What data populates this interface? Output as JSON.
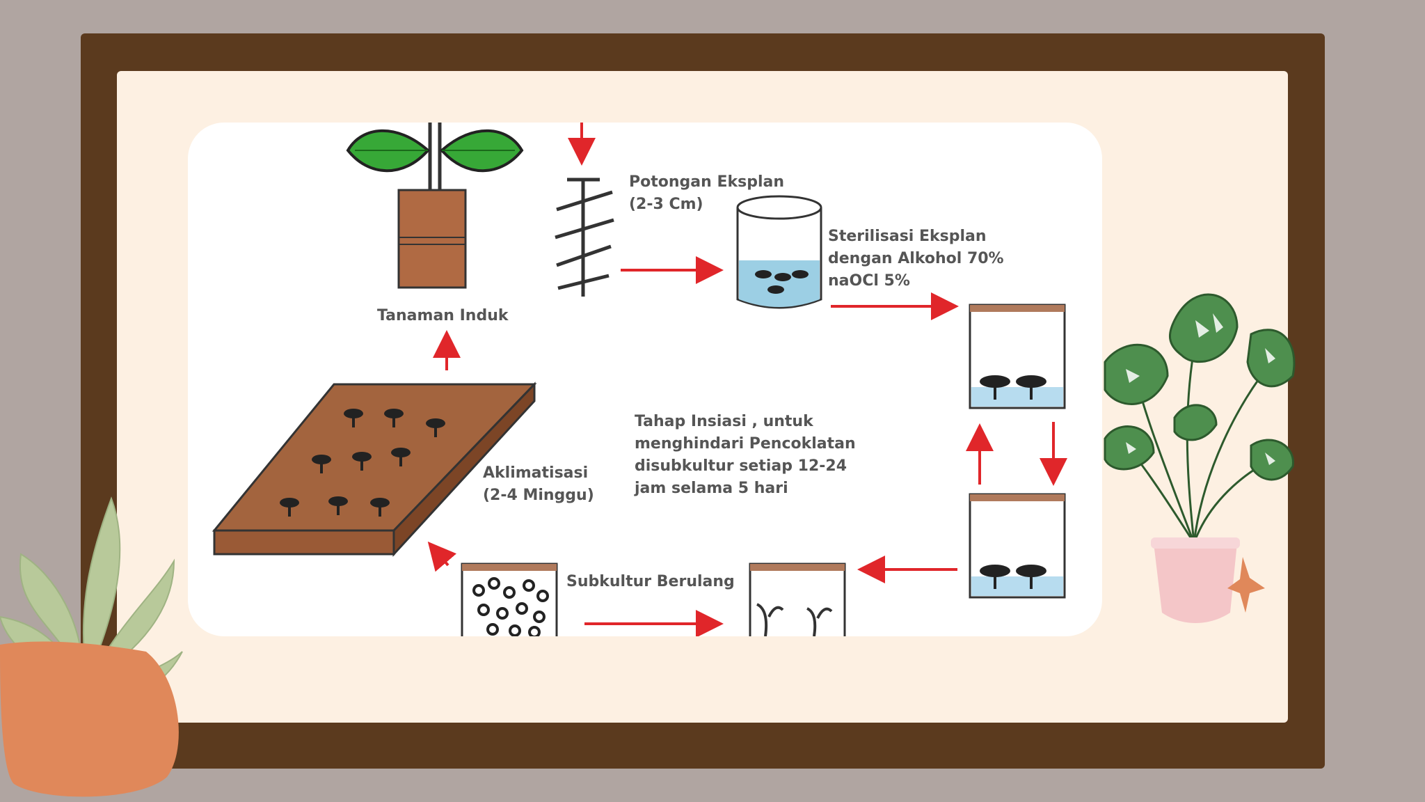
{
  "diagram": {
    "labels": {
      "explant_cut": "Potongan Eksplan\n(2-3 Cm)",
      "sterilization": "Sterilisasi Eksplan\ndengan Alkohol 70%\nnaOCl 5%",
      "parent_plant": "Tanaman Induk",
      "initiation": "Tahap Insiasi , untuk\nmenghindari Pencoklatan\ndisubkultur setiap 12-24\njam selama 5 hari",
      "acclimatization": "Aklimatisasi\n(2-4 Minggu)",
      "subculture": "Subkultur Berulang"
    }
  },
  "colors": {
    "background": "#b0a5a1",
    "frame": "#5b3a1e",
    "mat": "#fdf0e2",
    "arrow": "#e0262a",
    "soil": "#a0603a",
    "leaf": "#2e9e2e",
    "pot_orange": "#e0885a",
    "pot_pink": "#f4c6c8"
  }
}
